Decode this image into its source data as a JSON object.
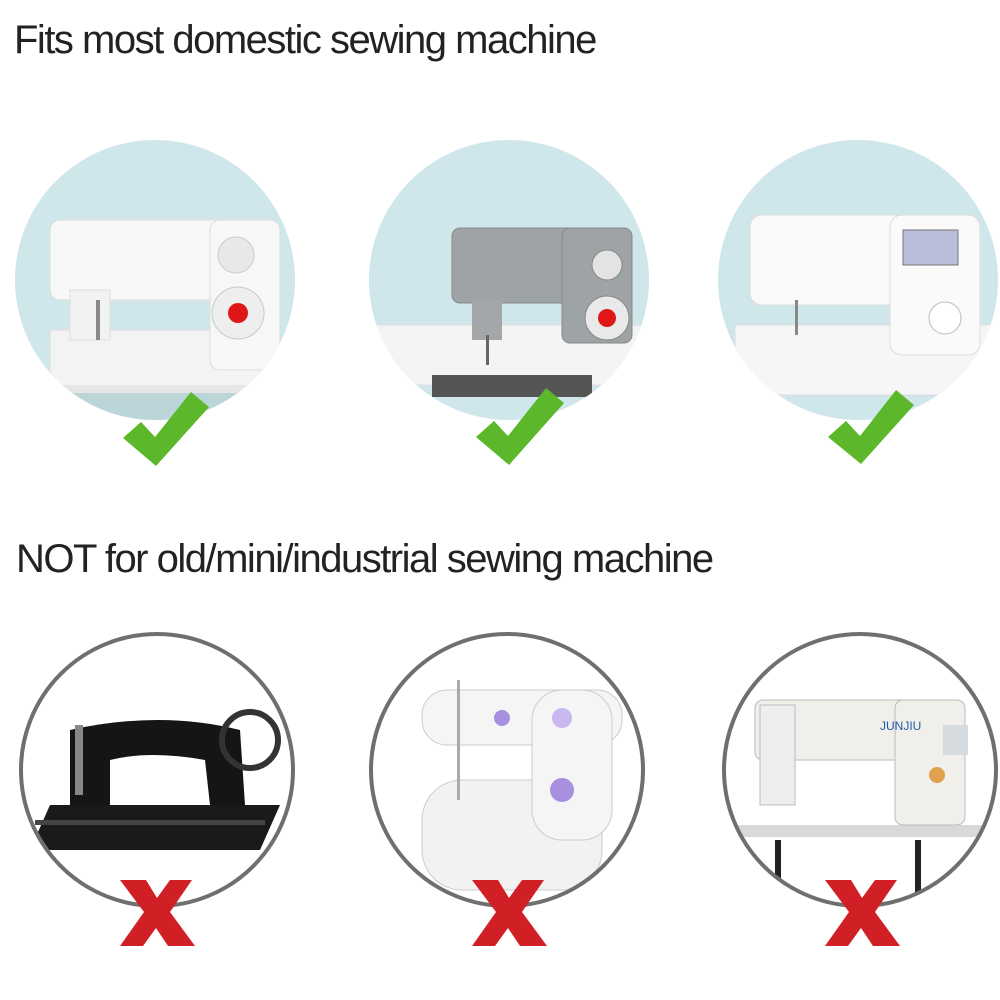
{
  "sections": {
    "compatible": {
      "title": "Fits most domestic sewing machine",
      "items": [
        {
          "machine": "domestic-mechanical-machine",
          "mark": "check-icon"
        },
        {
          "machine": "domestic-heavy-duty-machine",
          "mark": "check-icon"
        },
        {
          "machine": "domestic-computerized-machine",
          "mark": "check-icon"
        }
      ]
    },
    "incompatible": {
      "title": "NOT for old/mini/industrial sewing machine",
      "items": [
        {
          "machine": "antique-treadle-machine",
          "mark": "cross-icon"
        },
        {
          "machine": "mini-sewing-machine",
          "mark": "cross-icon"
        },
        {
          "machine": "industrial-sewing-machine",
          "mark": "cross-icon",
          "brand": "JUNJIU"
        }
      ]
    }
  },
  "colors": {
    "check": "#5cb82a",
    "cross": "#d11f26",
    "circle_top": "#cfe7ea",
    "circle_bottom_ring": "#6f6f6f",
    "heading": "#222222"
  }
}
